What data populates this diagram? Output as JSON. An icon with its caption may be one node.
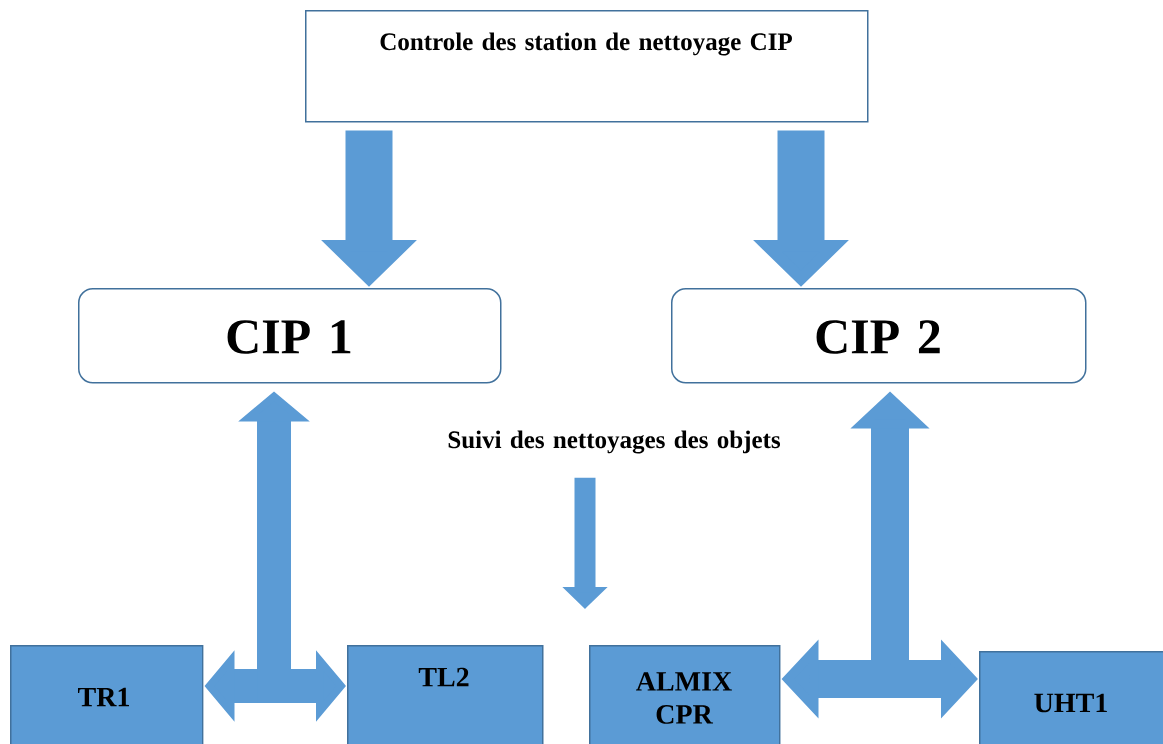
{
  "diagram": {
    "nodes": [
      {
        "text": [
          "Controle des station de nettoyage CIP"
        ]
      },
      {
        "text": [
          "CIP 1"
        ]
      },
      {
        "text": [
          "CIP 2"
        ]
      },
      {
        "text": [
          "TR1"
        ]
      },
      {
        "text": [
          "TL2"
        ]
      },
      {
        "text": [
          "ALMIX CPR"
        ]
      },
      {
        "text": [
          "UHT1"
        ]
      },
      {
        "text": [
          "Suivi des nettoyages des objets"
        ]
      }
    ],
    "edges": [
      {
        "from": 0,
        "to": 1,
        "arrow": "to"
      },
      {
        "from": 0,
        "to": 2,
        "arrow": "to"
      },
      {
        "from": 1,
        "to": 3,
        "arrow": "both"
      },
      {
        "from": 1,
        "to": 4,
        "arrow": "both"
      },
      {
        "from": 2,
        "to": 5,
        "arrow": "both"
      },
      {
        "from": 2,
        "to": 6,
        "arrow": "both"
      },
      {
        "from": 7,
        "to": 5,
        "arrow": "to"
      }
    ]
  }
}
